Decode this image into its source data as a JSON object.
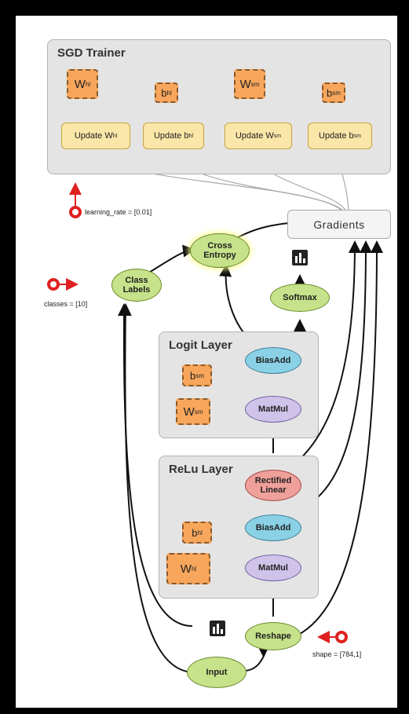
{
  "trainer": {
    "title": "SGD Trainer",
    "params": [
      {
        "base": "W",
        "sub": "hl"
      },
      {
        "base": "b",
        "sub": "hl"
      },
      {
        "base": "W",
        "sub": "sm"
      },
      {
        "base": "b",
        "sub": "sm"
      }
    ],
    "updates": [
      {
        "prefix": "Update W",
        "sub": "hl"
      },
      {
        "prefix": "Update b",
        "sub": "hl"
      },
      {
        "prefix": "Update W",
        "sub": "sm"
      },
      {
        "prefix": "Update b",
        "sub": "sm"
      }
    ]
  },
  "inputs": {
    "learning_rate": "learning_rate = [0.01]",
    "classes": "classes = [10]",
    "shape": "shape = [784,1]"
  },
  "nodes": {
    "gradients": "Gradients",
    "cross_entropy_1": "Cross",
    "cross_entropy_2": "Entropy",
    "class_labels_1": "Class",
    "class_labels_2": "Labels",
    "softmax": "Softmax",
    "reshape": "Reshape",
    "input": "Input"
  },
  "logit_layer": {
    "title": "Logit Layer",
    "bias": {
      "base": "b",
      "sub": "sm"
    },
    "weight": {
      "base": "W",
      "sub": "sm"
    },
    "biasadd": "BiasAdd",
    "matmul": "MatMul"
  },
  "relu_layer": {
    "title": "ReLu Layer",
    "rectified_1": "Rectified",
    "rectified_2": "Linear",
    "bias": {
      "base": "b",
      "sub": "hl"
    },
    "weight": {
      "base": "W",
      "sub": "hl"
    },
    "biasadd": "BiasAdd",
    "matmul": "MatMul"
  },
  "colors": {
    "variable": "#f7a65c",
    "update": "#fae6a8",
    "green_op": "#c6e28a",
    "blue_op": "#8ad1e6",
    "purple_op": "#cfc3ea",
    "red_op": "#f0a09b",
    "input_marker": "#e02020"
  },
  "icons": [
    "summary-icon",
    "summary-icon"
  ]
}
